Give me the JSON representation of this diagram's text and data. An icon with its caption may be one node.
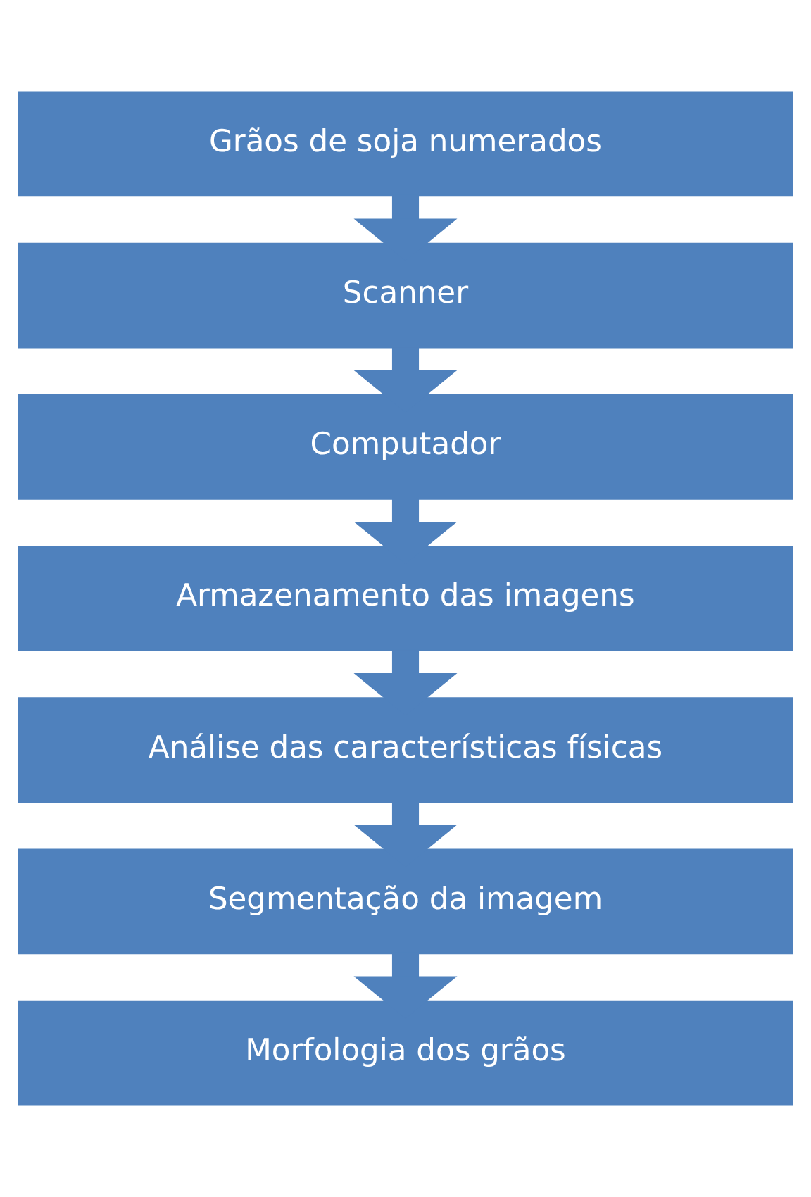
{
  "diagram": {
    "nodes": [
      {
        "text": [
          "Grãos de soja numerados"
        ]
      },
      {
        "text": [
          "Scanner"
        ]
      },
      {
        "text": [
          "Computador"
        ]
      },
      {
        "text": [
          "Armazenamento das imagens"
        ]
      },
      {
        "text": [
          "Análise das características físicas"
        ]
      },
      {
        "text": [
          "Segmentação da imagem"
        ]
      },
      {
        "text": [
          "Morfologia dos grãos"
        ]
      }
    ],
    "edges": [
      {
        "from": 0,
        "to": 1,
        "arrow": "to"
      },
      {
        "from": 1,
        "to": 2,
        "arrow": "to"
      },
      {
        "from": 2,
        "to": 3,
        "arrow": "to"
      },
      {
        "from": 3,
        "to": 4,
        "arrow": "to"
      },
      {
        "from": 4,
        "to": 5,
        "arrow": "to"
      },
      {
        "from": 5,
        "to": 6,
        "arrow": "to"
      }
    ]
  }
}
